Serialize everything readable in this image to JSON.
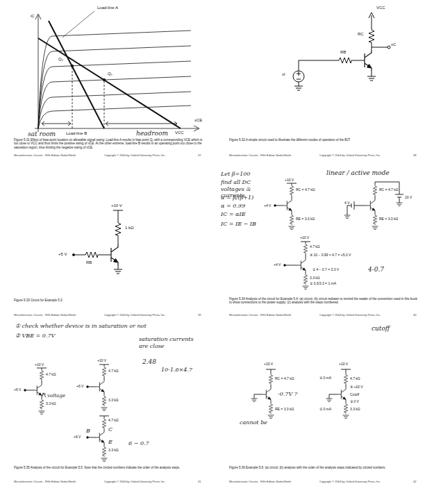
{
  "diagram": {
    "labels": [
      "Load-line A",
      "iC",
      "Q₂",
      "Q₁",
      "Load-line B",
      "VCC",
      "vCE",
      "sat room",
      "headroom",
      "Figure 5.31 Effect of bias-point location on allowable signal swing: Load-line A results in bias point Q₁ with a corresponding VCE which is too close to VCC and thus limits the positive swing of vCE. At the other extreme, load-line B results in an operating point too close to the saturation region, thus limiting the negative swing of vCE.",
      "Microelectronic Circuits - Fifth Edition   Sedra/Smith",
      "Copyright © 2004 by Oxford University Press, Inc.",
      "37",
      "VCC",
      "RC",
      "RB",
      "vC",
      "vI",
      "Figure 5.32 A simple circuit used to illustrate the different modes of operation of the BJT.",
      "Microelectronic Circuits - Fifth Edition   Sedra/Smith",
      "Copyright © 2004 by Oxford University Press, Inc.",
      "38",
      "+10 V",
      "1 kΩ",
      "+5 V",
      "RB",
      "Figure 5.33 Circuit for Example 5.3.",
      "Microelectronic Circuits - Fifth Edition   Sedra/Smith",
      "Copyright © 2004 by Oxford University Press, Inc.",
      "39",
      "Let β=100",
      "find all DC voltages & currents",
      "α = β/(β+1)",
      "α = 0.99",
      "IC = αIE",
      "IC = IE − IB",
      "linear / active mode",
      "+10 V",
      "RC = 4.7 kΩ",
      "+4 V",
      "RE = 3.3 kΩ",
      "RC = 4.7 kΩ",
      "10 V",
      "4 V",
      "RE = 3.3 kΩ",
      "+10 V",
      "4.7 kΩ",
      "④ 10 − 0.99 × 4.7 = +5.3 V",
      "+4 V",
      "① 4 − 0.7 = 3.3 V",
      "3.3 kΩ",
      "② 3.3/3.3 = 1 mA",
      "4-0.7",
      "Figure 5.34 Analysis of the circuit for Example 5.4: (a) circuit; (b) circuit redrawn to remind the reader of the convention used in this book to show connections to the power supply; (c) analysis with the steps numbered.",
      "Microelectronic Circuits - Fifth Edition   Sedra/Smith",
      "Copyright © 2004 by Oxford University Press, Inc.",
      "40",
      "① check whether device is in saturation or not",
      "② VBE = 0.7V",
      "saturation currents are close",
      "2.48",
      "10-1.6×4.7",
      "voltage",
      "+10 V",
      "4.7 kΩ",
      "+6 V",
      "3.3 kΩ",
      "+10 V",
      "4.7 kΩ",
      "+6 V",
      "3.3 kΩ",
      "C",
      "4.7 kΩ",
      "+6 V",
      "B",
      "E",
      "3.3 kΩ",
      "6 − 0.7",
      "Figure 5.35 Analysis of the circuit for Example 5.5. Note that the circled numbers indicate the order of the analysis steps.",
      "Microelectronic Circuits - Fifth Edition   Sedra/Smith",
      "Copyright © 2004 by Oxford University Press, Inc.",
      "41",
      "cutoff",
      "+10 V",
      "RC = 4.7 kΩ",
      "RE = 3.3 kΩ",
      "-0.7V ?",
      "cannot be",
      "+10 V",
      "② 0 mA",
      "4.7 kΩ",
      "④ +10 V",
      "Cutoff",
      "③ 0 V",
      "3.3 kΩ",
      "① 0 mA",
      "Figure 5.36 Example 5.6: (a) circuit; (b) analysis with the order of the analysis steps indicated by circled numbers.",
      "Microelectronic Circuits - Fifth Edition   Sedra/Smith",
      "Copyright © 2004 by Oxford University Press, Inc.",
      "42"
    ]
  }
}
